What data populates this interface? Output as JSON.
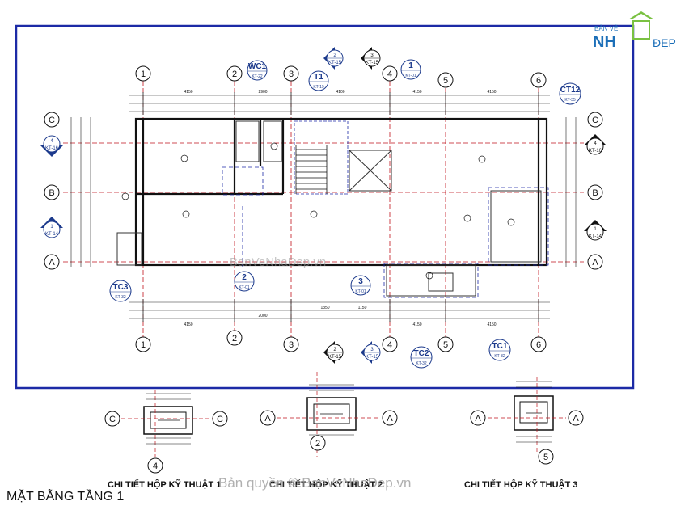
{
  "plan": {
    "frame_color": "#1c2aa6",
    "grid_color": "#c0141c",
    "bubble_color": "#1c3a8c",
    "top_axes": [
      "1",
      "2",
      "3",
      "4",
      "5",
      "6"
    ],
    "bottom_axes": [
      "1",
      "2",
      "3",
      "4",
      "5",
      "6"
    ],
    "left_axes": [
      "C",
      "B",
      "A"
    ],
    "right_axes": [
      "C",
      "B",
      "A"
    ],
    "section_markers": [
      {
        "num": "2",
        "ref": "KT-15"
      },
      {
        "num": "3",
        "ref": "KT-15"
      },
      {
        "num": "4",
        "ref": "KT-16"
      },
      {
        "num": "1",
        "ref": "KT-14"
      },
      {
        "num": "4",
        "ref": "KT-16"
      },
      {
        "num": "1",
        "ref": "KT-14"
      },
      {
        "num": "2",
        "ref": "KT-15"
      },
      {
        "num": "3",
        "ref": "KT-15"
      }
    ],
    "detail_tags": [
      {
        "tag": "WC1",
        "ref": "KT-22"
      },
      {
        "tag": "T1",
        "ref": "KT-19"
      },
      {
        "tag": "1",
        "ref": "KT-01"
      },
      {
        "tag": "CT12",
        "ref": "KT-35"
      },
      {
        "tag": "TC3",
        "ref": "KT-32"
      },
      {
        "tag": "2",
        "ref": "KT-01"
      },
      {
        "tag": "3",
        "ref": "KT-01"
      },
      {
        "tag": "TC2",
        "ref": "KT-32"
      },
      {
        "tag": "TC1",
        "ref": "KT-32"
      }
    ],
    "dims_top_overall": "4150",
    "dims_bottom": [
      "4150",
      "2000",
      "1350",
      "1150",
      "4150",
      "4150"
    ],
    "dims_top": [
      "4150",
      "2900",
      "4100",
      "4150",
      "4150"
    ]
  },
  "details": {
    "d1": {
      "axes": [
        "C",
        "C"
      ],
      "bottom_axis": "4",
      "caption": "CHI TIẾT HỘP KỸ THUẬT 1"
    },
    "d2": {
      "axes": [
        "A",
        "A"
      ],
      "bottom_axis": "2",
      "caption": "CHI TIẾT HỘP KỸ THUẬT 2"
    },
    "d3": {
      "axes": [
        "A",
        "A"
      ],
      "bottom_axis": "5",
      "caption": "CHI TIẾT HỘP KỸ THUẬT 3"
    }
  },
  "floor_title": "MẶT BẰNG TẦNG 1",
  "watermarks": {
    "copyright": "Bản quyền © BanVeNhaDep.vn",
    "mid": "BanVeNhaDep.vn"
  },
  "logo": {
    "top": "BẢN VẼ",
    "left": "NH",
    "right": "ĐẸP",
    "colors": {
      "green": "#7ac142",
      "blue": "#1c6fb8"
    }
  }
}
